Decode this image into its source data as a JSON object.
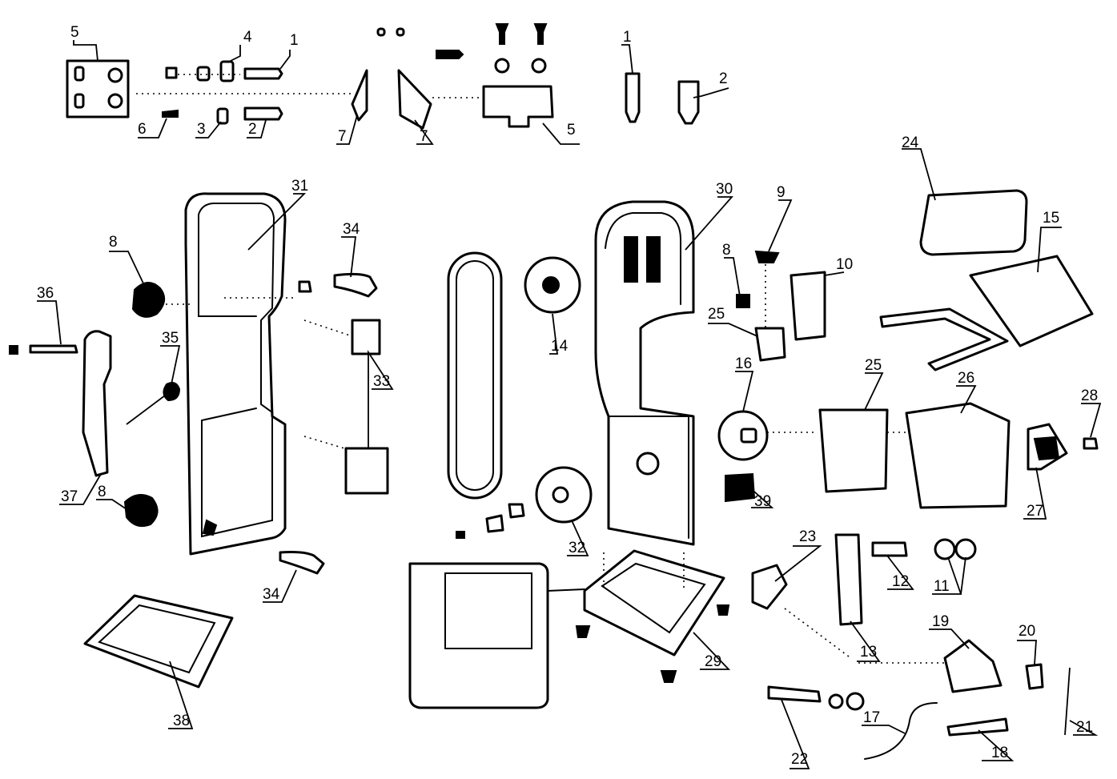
{
  "diagram": {
    "labels": {
      "n1a": "1",
      "n2a": "2",
      "n3": "3",
      "n4": "4",
      "n5a": "5",
      "n6": "6",
      "n7a": "7",
      "n7b": "7",
      "n5b": "5",
      "n1b": "1",
      "n2b": "2",
      "n31": "31",
      "n30": "30",
      "n9": "9",
      "n8a": "8",
      "n34a": "34",
      "n10": "10",
      "n24": "24",
      "n15": "15",
      "n36": "36",
      "n8b": "8",
      "n35": "35",
      "n33": "33",
      "n14": "14",
      "n25a": "25",
      "n16": "16",
      "n25b": "25",
      "n26": "26",
      "n28": "28",
      "n37": "37",
      "n8c": "8",
      "n27": "27",
      "n39": "39",
      "n32": "32",
      "n34b": "34",
      "n23": "23",
      "n12": "12",
      "n11": "11",
      "n19": "19",
      "n13": "13",
      "n20": "20",
      "n29": "29",
      "n38": "38",
      "n21": "21",
      "n17": "17",
      "n18": "18",
      "n22": "22"
    }
  }
}
